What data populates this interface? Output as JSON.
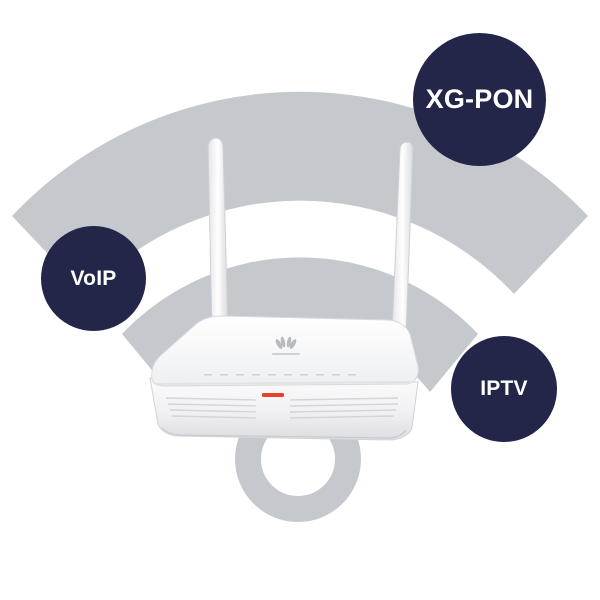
{
  "badges": {
    "xgpon": "XG-PON",
    "voip": "VoIP",
    "iptv": "IPTV"
  },
  "colors": {
    "wifi_arc": "#c5c8cd",
    "badge": "#232649",
    "router_body": "#f2f2f3",
    "led": "#e8402b"
  },
  "icons": {
    "background": "wifi-signal-icon",
    "device": "router-illustration",
    "brand": "huawei-logo-icon"
  }
}
